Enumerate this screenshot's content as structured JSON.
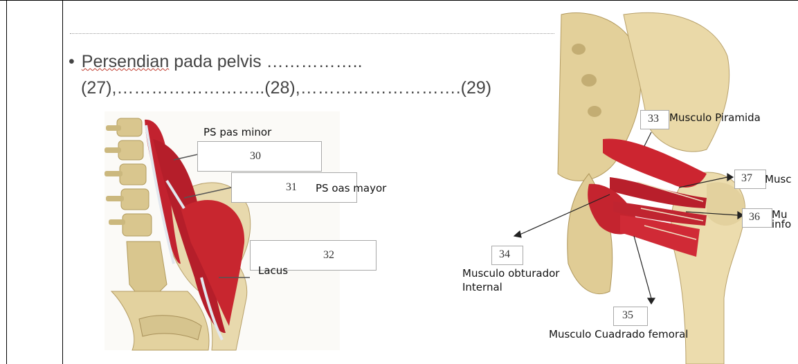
{
  "question": {
    "bullet": "•",
    "line1_word": "Persendian",
    "line1_rest": " pada pelvis ……………..",
    "line2": "(27),……………………..(28),……………………….(29)"
  },
  "left_figure": {
    "box30": "30",
    "box31": "31",
    "box32": "32",
    "label_ps_minor": "PS pas minor",
    "label_ps_mayor": "PS oas mayor",
    "label_lacus": "Lacus"
  },
  "right_figure": {
    "box33": "33",
    "box34": "34",
    "box35": "35",
    "box36": "36",
    "box37": "37",
    "label_piramida": "Musculo Piramida",
    "label_37": "Musc",
    "label_36a": "Mu",
    "label_36b": "info",
    "label_obturador_1": "Musculo obturador",
    "label_obturador_2": "Internal",
    "label_cuadrado": "Musculo Cuadrado femoral"
  },
  "colors": {
    "bone": "#e6d6a6",
    "muscle": "#c0222f",
    "tendon": "#dfe4ea",
    "vertebra": "#d8c690"
  }
}
